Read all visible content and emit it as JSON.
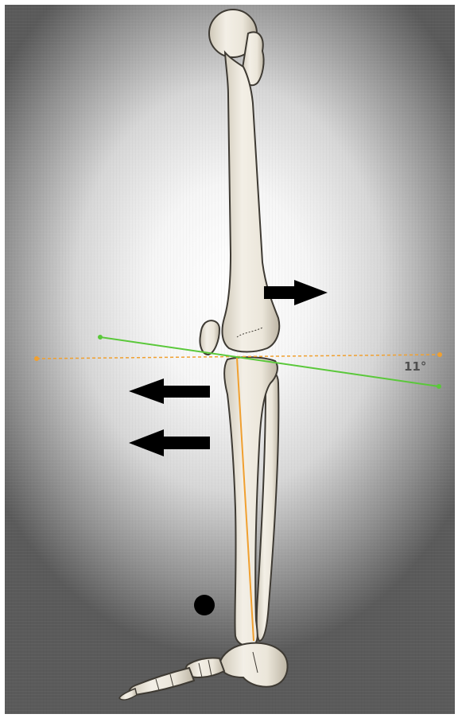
{
  "figure": {
    "angle_label": "11°",
    "colors": {
      "background_light": "#ffffff",
      "background_dark": "#5a5a5a",
      "bone_fill": "#e9e4d8",
      "bone_outline": "#3e3a33",
      "reference_line_orange": "#f0a030",
      "tibial_plateau_line_green": "#5ac83a",
      "arrow_fill": "#000000",
      "angle_label_color": "#505050"
    },
    "arrows": [
      {
        "name": "arrow-right",
        "direction": "right"
      },
      {
        "name": "arrow-left-upper",
        "direction": "left"
      },
      {
        "name": "arrow-left-lower",
        "direction": "left"
      }
    ]
  }
}
